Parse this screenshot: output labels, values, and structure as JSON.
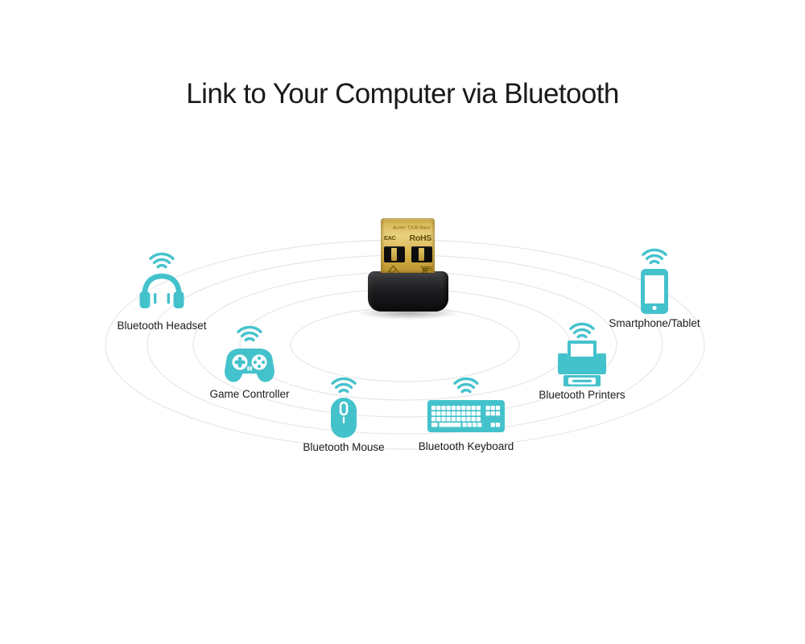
{
  "page": {
    "title": "Link to Your Computer via Bluetooth"
  },
  "colors": {
    "accent_teal": "#44c2cc",
    "ripple": "#e7e7e7",
    "label_text": "#1b1b1b",
    "title_text": "#1a1a1a",
    "usb_gold": "#dcbd5e",
    "adapter_black": "#1a1a1c",
    "marking": "#6b5608",
    "background": "#ffffff"
  },
  "adapter": {
    "model_text": "Archer T2UB Nano",
    "cert_left": "EAC",
    "cert_right": "RoHS"
  },
  "devices": [
    {
      "id": "bluetooth-headset",
      "label": "Bluetooth Headset",
      "icon": "headset-icon"
    },
    {
      "id": "game-controller",
      "label": "Game Controller",
      "icon": "gamepad-icon"
    },
    {
      "id": "bluetooth-mouse",
      "label": "Bluetooth Mouse",
      "icon": "mouse-icon"
    },
    {
      "id": "bluetooth-keyboard",
      "label": "Bluetooth Keyboard",
      "icon": "keyboard-icon"
    },
    {
      "id": "bluetooth-printers",
      "label": "Bluetooth Printers",
      "icon": "printer-icon"
    },
    {
      "id": "smartphone-tablet",
      "label": "Smartphone/Tablet",
      "icon": "smartphone-icon"
    }
  ],
  "ripples": {
    "count": 5
  }
}
